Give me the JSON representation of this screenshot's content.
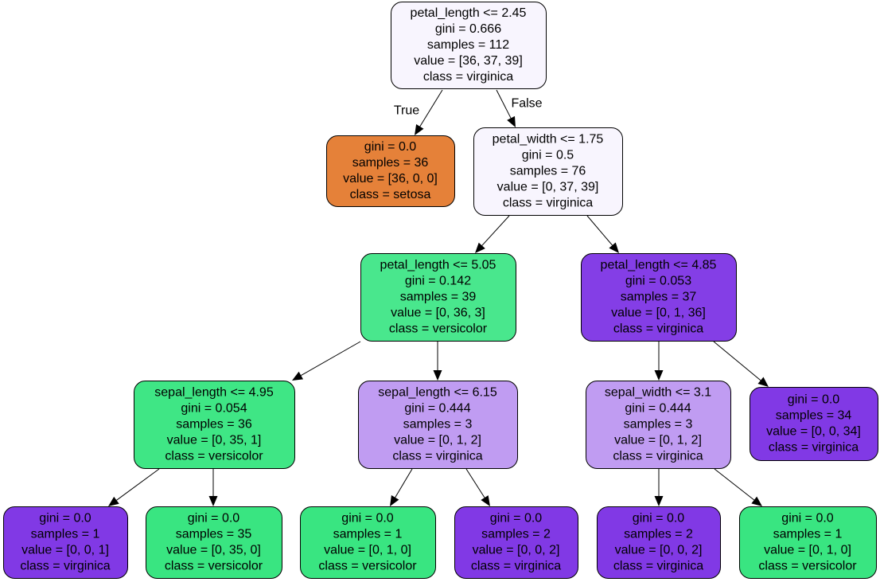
{
  "tree": {
    "nodes": [
      {
        "id": "n0",
        "lines": [
          "petal_length <= 2.45",
          "gini = 0.666",
          "samples = 112",
          "value = [36, 37, 39]",
          "class = virginica"
        ],
        "color": "#f8f5fe"
      },
      {
        "id": "n1",
        "lines": [
          "gini = 0.0",
          "samples = 36",
          "value = [36, 0, 0]",
          "class = setosa"
        ],
        "color": "#e58139"
      },
      {
        "id": "n2",
        "lines": [
          "petal_width <= 1.75",
          "gini = 0.5",
          "samples = 76",
          "value = [0, 37, 39]",
          "class = virginica"
        ],
        "color": "#f8f5fe"
      },
      {
        "id": "n3",
        "lines": [
          "petal_length <= 5.05",
          "gini = 0.142",
          "samples = 39",
          "value = [0, 36, 3]",
          "class = versicolor"
        ],
        "color": "#49e78d"
      },
      {
        "id": "n4",
        "lines": [
          "petal_length <= 4.85",
          "gini = 0.053",
          "samples = 37",
          "value = [0, 1, 36]",
          "class = virginica"
        ],
        "color": "#843ee6"
      },
      {
        "id": "n5",
        "lines": [
          "sepal_length <= 4.95",
          "gini = 0.054",
          "samples = 36",
          "value = [0, 35, 1]",
          "class = versicolor"
        ],
        "color": "#3fe685"
      },
      {
        "id": "n6",
        "lines": [
          "sepal_length <= 6.15",
          "gini = 0.444",
          "samples = 3",
          "value = [0, 1, 2]",
          "class = virginica"
        ],
        "color": "#c09cf2"
      },
      {
        "id": "n7",
        "lines": [
          "sepal_width <= 3.1",
          "gini = 0.444",
          "samples = 3",
          "value = [0, 1, 2]",
          "class = virginica"
        ],
        "color": "#c09cf2"
      },
      {
        "id": "n8",
        "lines": [
          "gini = 0.0",
          "samples = 34",
          "value = [0, 0, 34]",
          "class = virginica"
        ],
        "color": "#8139e5"
      },
      {
        "id": "n9",
        "lines": [
          "gini = 0.0",
          "samples = 1",
          "value = [0, 0, 1]",
          "class = virginica"
        ],
        "color": "#8139e5"
      },
      {
        "id": "n10",
        "lines": [
          "gini = 0.0",
          "samples = 35",
          "value = [0, 35, 0]",
          "class = versicolor"
        ],
        "color": "#39e581"
      },
      {
        "id": "n11",
        "lines": [
          "gini = 0.0",
          "samples = 1",
          "value = [0, 1, 0]",
          "class = versicolor"
        ],
        "color": "#39e581"
      },
      {
        "id": "n12",
        "lines": [
          "gini = 0.0",
          "samples = 2",
          "value = [0, 0, 2]",
          "class = virginica"
        ],
        "color": "#8139e5"
      },
      {
        "id": "n13",
        "lines": [
          "gini = 0.0",
          "samples = 2",
          "value = [0, 0, 2]",
          "class = virginica"
        ],
        "color": "#8139e5"
      },
      {
        "id": "n14",
        "lines": [
          "gini = 0.0",
          "samples = 1",
          "value = [0, 1, 0]",
          "class = versicolor"
        ],
        "color": "#39e581"
      }
    ],
    "edges": [
      {
        "from": "n0",
        "to": "n1",
        "label": "True"
      },
      {
        "from": "n0",
        "to": "n2",
        "label": "False"
      },
      {
        "from": "n2",
        "to": "n3"
      },
      {
        "from": "n2",
        "to": "n4"
      },
      {
        "from": "n3",
        "to": "n5"
      },
      {
        "from": "n3",
        "to": "n6"
      },
      {
        "from": "n4",
        "to": "n7"
      },
      {
        "from": "n4",
        "to": "n8"
      },
      {
        "from": "n5",
        "to": "n9"
      },
      {
        "from": "n5",
        "to": "n10"
      },
      {
        "from": "n6",
        "to": "n11"
      },
      {
        "from": "n6",
        "to": "n12"
      },
      {
        "from": "n7",
        "to": "n13"
      },
      {
        "from": "n7",
        "to": "n14"
      }
    ]
  }
}
